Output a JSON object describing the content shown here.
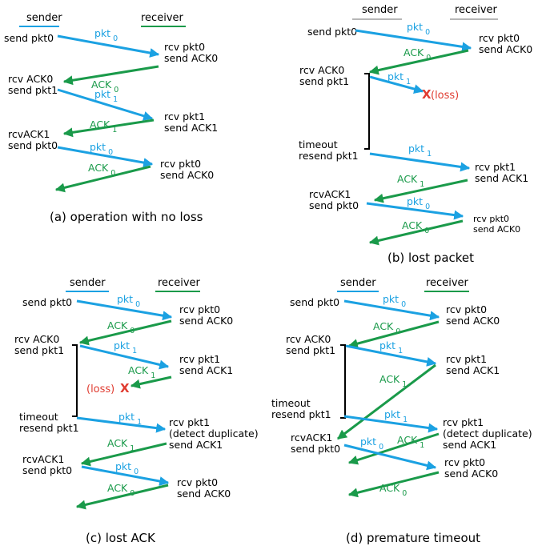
{
  "colors": {
    "pkt": "#1ba1e2",
    "ack": "#1a9a4a",
    "loss": "#e03c31",
    "header_underline_sender": "#1ba1e2",
    "header_underline_receiver": "#1a9a4a"
  },
  "panel_a": {
    "sender_header": "sender",
    "receiver_header": "receiver",
    "caption": "(a) operation with no loss",
    "s1": "send pkt0",
    "r1a": "rcv pkt0",
    "r1b": "send ACK0",
    "s2a": "rcv ACK0",
    "s2b": "send pkt1",
    "r2a": "rcv pkt1",
    "r2b": "send ACK1",
    "s3a": "rcvACK1",
    "s3b": "send pkt0",
    "r3a": "rcv pkt0",
    "r3b": "send ACK0",
    "m1": "pkt",
    "m1s": "0",
    "m2": "ACK",
    "m2s": "0",
    "m3": "pkt",
    "m3s": "1",
    "m4": "ACK",
    "m4s": "1",
    "m5": "pkt",
    "m5s": "0",
    "m6": "ACK",
    "m6s": "0"
  },
  "panel_b": {
    "sender_header": "sender",
    "receiver_header": "receiver",
    "caption": "(b) lost packet",
    "s1": "send pkt0",
    "r1a": "rcv pkt0",
    "r1b": "send ACK0",
    "s2a": "rcv ACK0",
    "s2b": "send pkt1",
    "loss": "(loss)",
    "x": "X",
    "s3a": "timeout",
    "s3b": "resend pkt1",
    "r2a": "rcv pkt1",
    "r2b": "send ACK1",
    "s4a": "rcvACK1",
    "s4b": "send pkt0",
    "r3a": "rcv pkt0",
    "r3b": "send ACK0",
    "m1": "pkt",
    "m1s": "0",
    "m2": "ACK",
    "m2s": "0",
    "m3": "pkt",
    "m3s": "1",
    "m4": "pkt",
    "m4s": "1",
    "m5": "ACK",
    "m5s": "1",
    "m6": "pkt",
    "m6s": "0",
    "m7": "ACK",
    "m7s": "0"
  },
  "panel_c": {
    "sender_header": "sender",
    "receiver_header": "receiver",
    "caption": "(c) lost ACK",
    "s1": "send pkt0",
    "r1a": "rcv pkt0",
    "r1b": "send ACK0",
    "s2a": "rcv ACK0",
    "s2b": "send pkt1",
    "r2a": "rcv pkt1",
    "r2b": "send ACK1",
    "loss": "(loss)",
    "x": "X",
    "s3a": "timeout",
    "s3b": "resend pkt1",
    "r3a": "rcv pkt1",
    "r3b": "(detect duplicate)",
    "r3c": "send ACK1",
    "s4a": "rcvACK1",
    "s4b": "send pkt0",
    "r4a": "rcv pkt0",
    "r4b": "send ACK0",
    "m1": "pkt",
    "m1s": "0",
    "m2": "ACK",
    "m2s": "0",
    "m3": "pkt",
    "m3s": "1",
    "m4": "ACK",
    "m4s": "1",
    "m5": "pkt",
    "m5s": "1",
    "m6": "ACK",
    "m6s": "1",
    "m7": "pkt",
    "m7s": "0",
    "m8": "ACK",
    "m8s": "0"
  },
  "panel_d": {
    "sender_header": "sender",
    "receiver_header": "receiver",
    "caption": "(d) premature timeout",
    "s1": "send pkt0",
    "r1a": "rcv pkt0",
    "r1b": "send ACK0",
    "s2a": "rcv ACK0",
    "s2b": "send pkt1",
    "r2a": "rcv pkt1",
    "r2b": "send ACK1",
    "s3a": "timeout",
    "s3b": "resend pkt1",
    "r3a": "rcv pkt1",
    "r3b": "(detect duplicate)",
    "r3c": "send ACK1",
    "s4a": "rcvACK1",
    "s4b": "send pkt0",
    "r4a": "rcv pkt0",
    "r4b": "send ACK0",
    "m1": "pkt",
    "m1s": "0",
    "m2": "ACK",
    "m2s": "0",
    "m3": "pkt",
    "m3s": "1",
    "m4": "ACK",
    "m4s": "1",
    "m5": "pkt",
    "m5s": "1",
    "m6": "ACK",
    "m6s": "1",
    "m7": "pkt",
    "m7s": "0",
    "m8": "ACK",
    "m8s": "0"
  }
}
